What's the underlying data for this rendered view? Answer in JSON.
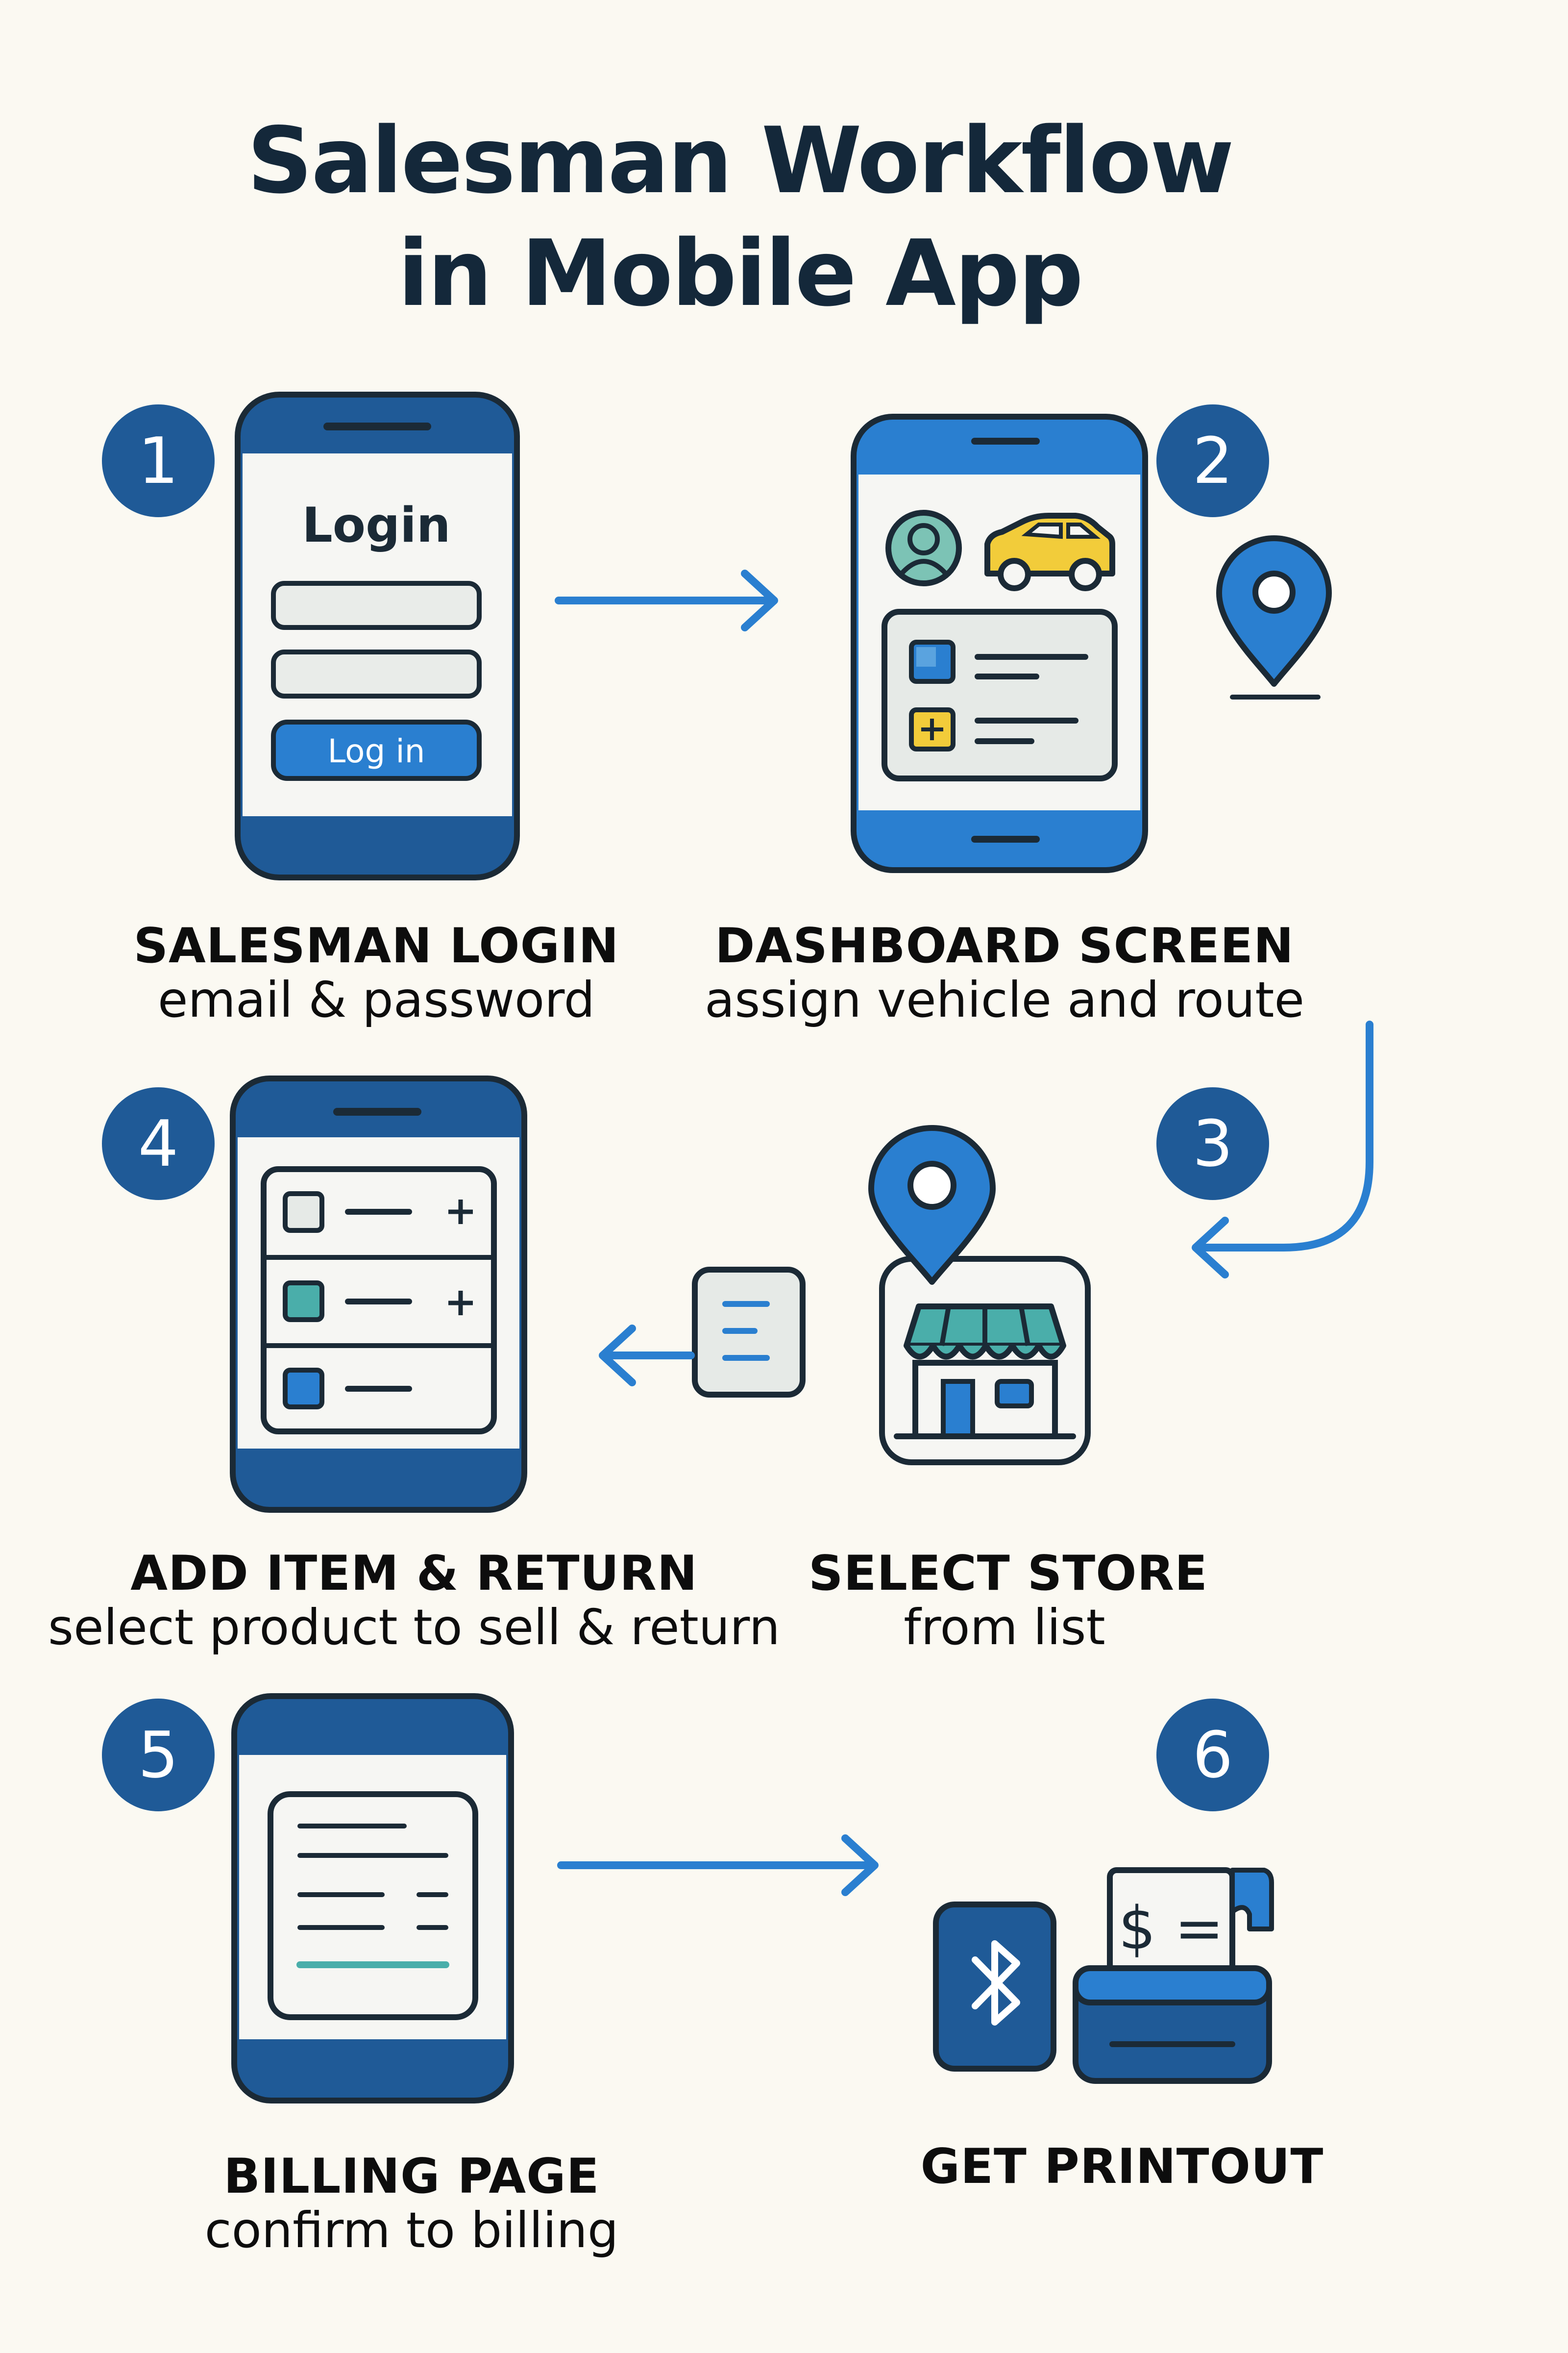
{
  "title": {
    "line1": "Salesman Workflow",
    "line2": "in Mobile App"
  },
  "steps": [
    {
      "number": "1",
      "label": "SALESMAN LOGIN",
      "description": "email & password",
      "icon": "login-phone-icon"
    },
    {
      "number": "2",
      "label": "DASHBOARD SCREEN",
      "description": "assign vehicle and route",
      "icon": "dashboard-phone-icon"
    },
    {
      "number": "3",
      "label": "SELECT STORE",
      "description": "from list",
      "icon": "store-icon"
    },
    {
      "number": "4",
      "label": "ADD ITEM & RETURN",
      "description": "select product to sell & return",
      "icon": "item-list-phone-icon"
    },
    {
      "number": "5",
      "label": "BILLING PAGE",
      "description": "confirm to billing",
      "icon": "billing-phone-icon"
    },
    {
      "number": "6",
      "label": "GET PRINTOUT",
      "description": "",
      "icon": "printer-icon"
    }
  ],
  "login_screen": {
    "heading": "Login",
    "button": "Log in"
  },
  "receipt": {
    "symbol": "$ ="
  },
  "colors": {
    "dark_blue": "#1f5a97",
    "bright_blue": "#2a7fd0",
    "teal": "#4aaeaa",
    "yellow": "#f2cc3a",
    "outline": "#1b2a36"
  }
}
